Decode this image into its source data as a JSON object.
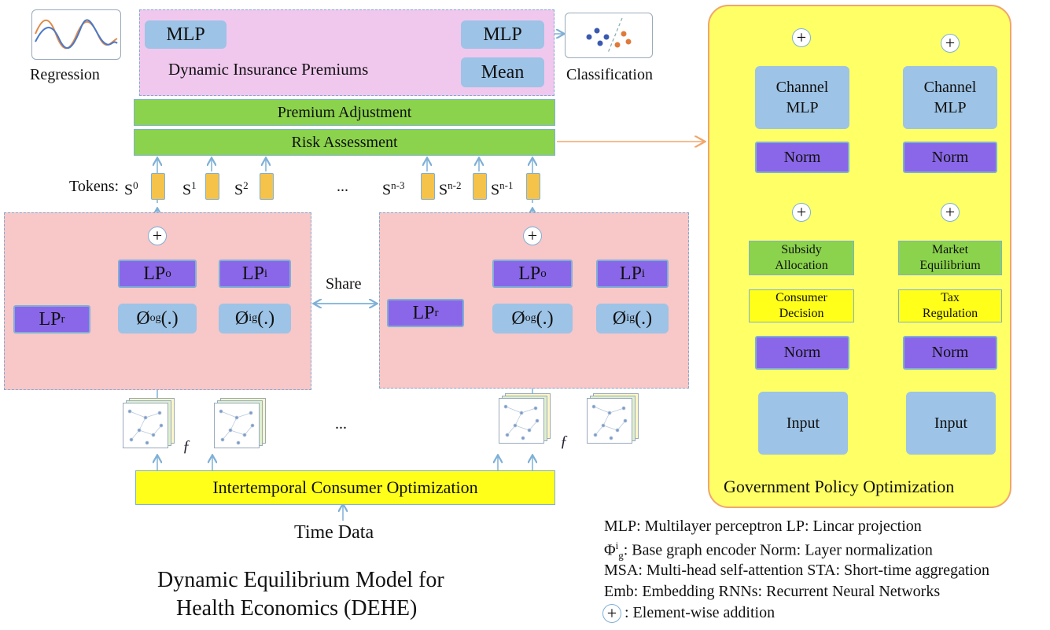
{
  "top": {
    "regression_label": "Regression",
    "classification_label": "Classification",
    "mlp_left": "MLP",
    "mlp_right": "MLP",
    "mean": "Mean",
    "dynamic_premiums": "Dynamic Insurance Premiums",
    "premium_adjustment": "Premium Adjustment",
    "risk_assessment": "Risk Assessment"
  },
  "tokens": {
    "label": "Tokens:",
    "items": [
      {
        "base": "S",
        "sup": "0"
      },
      {
        "base": "S",
        "sup": "1"
      },
      {
        "base": "S",
        "sup": "2"
      },
      {
        "base": "S",
        "sup": "n-3"
      },
      {
        "base": "S",
        "sup": "n-2"
      },
      {
        "base": "S",
        "sup": "n-1"
      }
    ],
    "ellipsis": "..."
  },
  "blocks": {
    "lp_base": "LP",
    "lp_o_sup": "o",
    "lp_i_sup": "i",
    "lp_r_sup": "r",
    "phi_base": "Ø",
    "phi_o_sup": "o",
    "phi_i_sup": "i",
    "phi_sub": "g",
    "phi_suffix": "(.)",
    "share": "Share",
    "ellipsis": "..."
  },
  "bottom": {
    "intertemporal": "Intertemporal Consumer Optimization",
    "time_data": "Time Data",
    "title_line1": "Dynamic Equilibrium Model for",
    "title_line2": "Health Economics (DEHE)"
  },
  "policy": {
    "title": "Government Policy Optimization",
    "col1": {
      "channel_mlp": "Channel\nMLP",
      "norm_top": "Norm",
      "subsidy": "Subsidy\nAllocation",
      "consumer": "Consumer\nDecision",
      "norm_bottom": "Norm",
      "input": "Input"
    },
    "col2": {
      "channel_mlp": "Channel\nMLP",
      "norm_top": "Norm",
      "market": "Market\nEquilibrium",
      "tax": "Tax\nRegulation",
      "norm_bottom": "Norm",
      "input": "Input"
    }
  },
  "legend": {
    "line1": "MLP: Multilayer perceptron LP: Lincar projection",
    "line2_prefix": "Φ",
    "line2_sup": "i",
    "line2_sub": "g",
    "line2_rest": ": Base graph encoder Norm: Layer normalization",
    "line3": "MSA: Multi-head self-attention STA: Short-time aggregation",
    "line4": "Emb: Embedding RNNs: Recurrent Neural Networks",
    "line5": ": Element-wise addition",
    "plus": "+"
  },
  "colors": {
    "pink_panel": "#f8c7c7",
    "purple_panel": "#f0c8ee",
    "yellow_panel": "#ffff66",
    "green_bar": "#8bd34c",
    "purple_block": "#8a67e8",
    "light_blue": "#9dc3e6",
    "token_orange": "#f5c24a",
    "arrow_blue": "#7fb0d6",
    "arrow_orange": "#f2a56b"
  }
}
